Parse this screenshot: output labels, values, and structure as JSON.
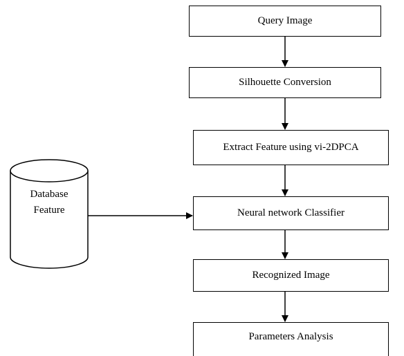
{
  "steps": {
    "query": "Query Image",
    "silhouette": "Silhouette Conversion",
    "extract": "Extract Feature using vi-2DPCA",
    "neural": "Neural network Classifier",
    "recognized": "Recognized Image",
    "params": "Parameters Analysis"
  },
  "database": {
    "label": "Database\nFeature"
  },
  "colors": {
    "line": "#000000",
    "background": "#ffffff"
  }
}
